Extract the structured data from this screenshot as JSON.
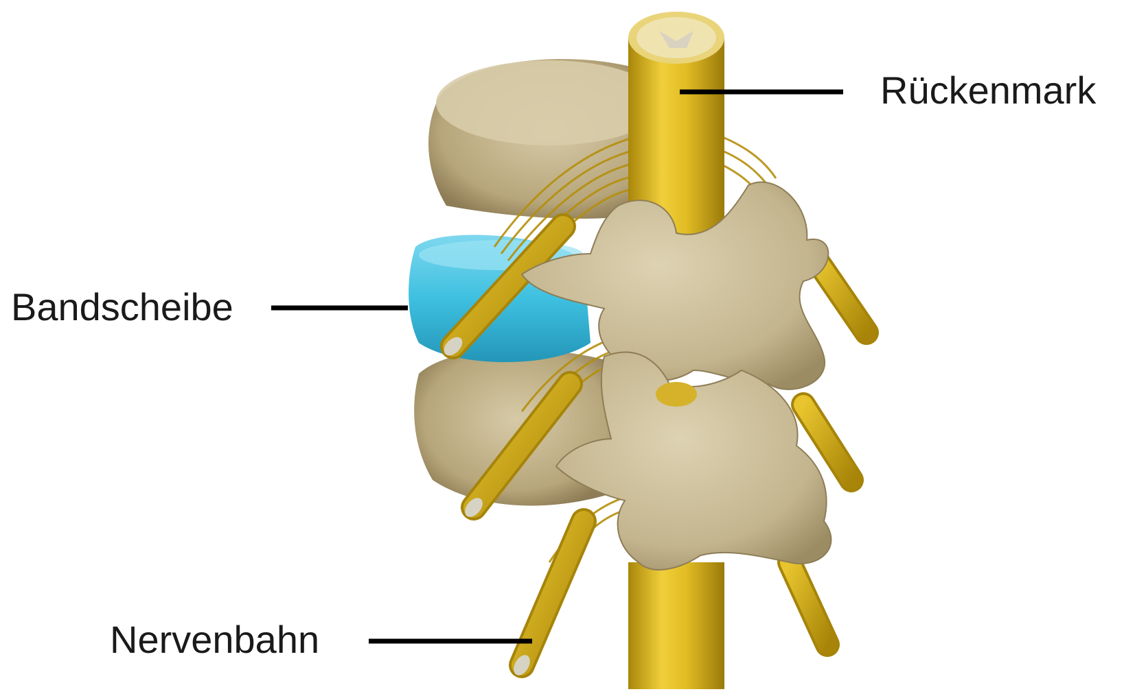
{
  "labels": {
    "spinal_cord": "Rückenmark",
    "disc": "Bandscheibe",
    "nerve": "Nervenbahn"
  },
  "colors": {
    "nerve_yellow": "#d8b21c",
    "bone": "#c9bc98",
    "disc_blue": "#3ec0e0",
    "leader_line": "#000000"
  }
}
